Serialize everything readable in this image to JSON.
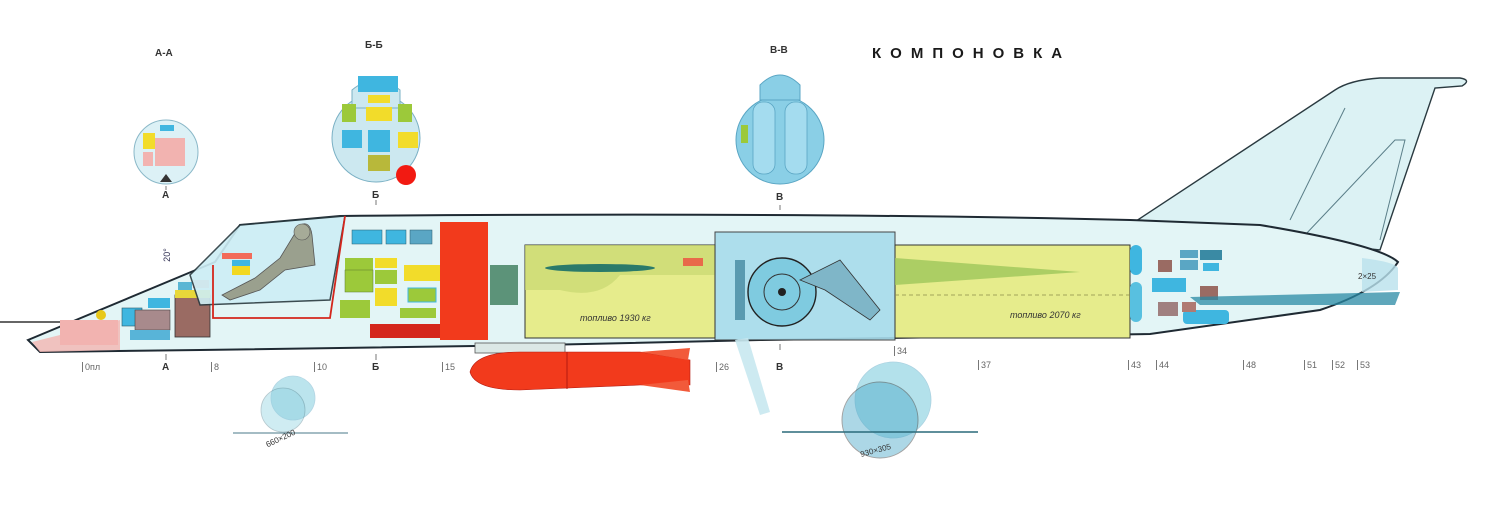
{
  "diagram": {
    "title": "КОМПОНОВКА",
    "type": "aircraft internal layout cutaway (side view)",
    "colors": {
      "background": "#ffffff",
      "outline": "#1f2a33",
      "airframe_fill": "#d9f1f4",
      "fuel_tank": "#e6ec8c",
      "fuel_tank_dark": "#b9cf5a",
      "weapon_red": "#f23a1c",
      "equipment_blue": "#3fb6e0",
      "equipment_yellow": "#f2dc2a",
      "equipment_green": "#9cc93a",
      "equipment_pink": "#f2a9a6",
      "equipment_brown": "#9a6b63",
      "gear_blue": "#7fcbe0",
      "cockpit_frame_red": "#d4261c"
    },
    "cross_sections": [
      {
        "id": "A-A",
        "label": "А-А",
        "marker": "А"
      },
      {
        "id": "B-B",
        "label": "Б-Б",
        "marker": "Б"
      },
      {
        "id": "V-V",
        "label": "В-В",
        "marker": "В"
      }
    ],
    "annotations": {
      "canopy_angle": "20°",
      "fuel_front": "топливо 1930 кг",
      "fuel_rear": "топливо 2070 кг",
      "engines": "2×25",
      "nose_wheel_tire": "660×200",
      "main_wheel_tire": "930×305"
    },
    "section_markers_bottom": [
      "А",
      "Б",
      "В"
    ],
    "stations": [
      "0пл",
      "8",
      "10",
      "15",
      "26",
      "34",
      "37",
      "43",
      "44",
      "48",
      "51",
      "52",
      "53"
    ]
  }
}
